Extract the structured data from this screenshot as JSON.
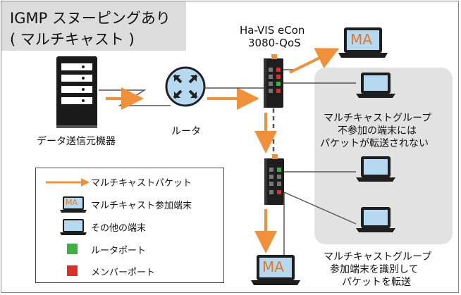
{
  "title": {
    "line1": "IGMP スヌーピングあり",
    "line2": "( マルチキャスト )"
  },
  "device_name": {
    "line1": "Ha-VIS eCon",
    "line2": "3080-QoS"
  },
  "labels": {
    "server": "データ送信元機器",
    "router": "ルータ",
    "ma": "MA",
    "non_member_note": [
      "マルチキャストグループ",
      "不参加の端末には",
      "パケットが転送されない"
    ],
    "member_note": [
      "マルチキャストグループ",
      "参加端末を識別して",
      "パケットを転送"
    ]
  },
  "legend": {
    "items": [
      {
        "label": "マルチキャストパケット",
        "icon": "orange-arrow-icon"
      },
      {
        "label": "マルチキャスト参加端末",
        "icon": "ma-laptop-icon",
        "icon_text": "MA"
      },
      {
        "label": "その他の端末",
        "icon": "laptop-icon"
      },
      {
        "label": "ルータポート",
        "icon": "green-square-icon"
      },
      {
        "label": "メンバーポート",
        "icon": "red-square-icon"
      }
    ]
  },
  "colors": {
    "arrow": "#f0913a",
    "router_port": "#3cb043",
    "member_port": "#d9302a",
    "screen": "#b6d9f2",
    "panel": "#e2e2e2"
  }
}
